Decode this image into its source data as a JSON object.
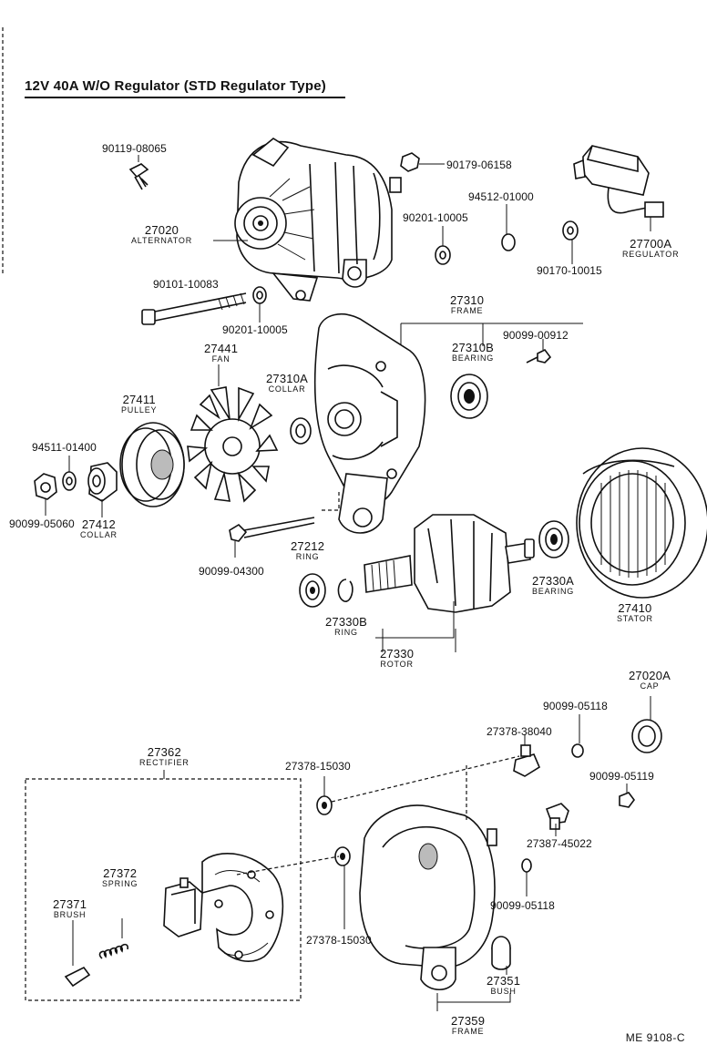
{
  "title": "12V 40A W/O Regulator (STD Regulator Type)",
  "footer": "ME  9108-C",
  "bolts": {
    "b1": "90119-08065",
    "b2": "90179-06158",
    "b3": "94512-01000",
    "b4": "90201-10005",
    "b5": "90170-10015",
    "b6": "90101-10083",
    "b7": "90201-10005",
    "b8": "90099-00912",
    "b9": "94511-01400",
    "b10": "90099-05060",
    "b11": "90099-04300",
    "b12": "90099-05118",
    "b13": "27378-38040",
    "b14": "27378-15030",
    "b15": "90099-05119",
    "b16": "27387-45022",
    "b17": "90099-05118",
    "b18": "27378-15030"
  },
  "parts": {
    "alternator": {
      "num": "27020",
      "name": "ALTERNATOR"
    },
    "regulator": {
      "num": "27700A",
      "name": "REGULATOR"
    },
    "frame_front": {
      "num": "27310",
      "name": "FRAME"
    },
    "bearing_front": {
      "num": "27310B",
      "name": "BEARING"
    },
    "fan": {
      "num": "27441",
      "name": "FAN"
    },
    "collar_a": {
      "num": "27310A",
      "name": "COLLAR"
    },
    "pulley": {
      "num": "27411",
      "name": "PULLEY"
    },
    "collar": {
      "num": "27412",
      "name": "COLLAR"
    },
    "ring": {
      "num": "27212",
      "name": "RING"
    },
    "bearing_rear": {
      "num": "27330A",
      "name": "BEARING"
    },
    "stator": {
      "num": "27410",
      "name": "STATOR"
    },
    "ring_b": {
      "num": "27330B",
      "name": "RING"
    },
    "rotor": {
      "num": "27330",
      "name": "ROTOR"
    },
    "cap": {
      "num": "27020A",
      "name": "CAP"
    },
    "rectifier": {
      "num": "27362",
      "name": "RECTIFIER"
    },
    "spring": {
      "num": "27372",
      "name": "SPRING"
    },
    "brush": {
      "num": "27371",
      "name": "BRUSH"
    },
    "bush": {
      "num": "27351",
      "name": "BUSH"
    },
    "frame_rear": {
      "num": "27359",
      "name": "FRAME"
    }
  }
}
